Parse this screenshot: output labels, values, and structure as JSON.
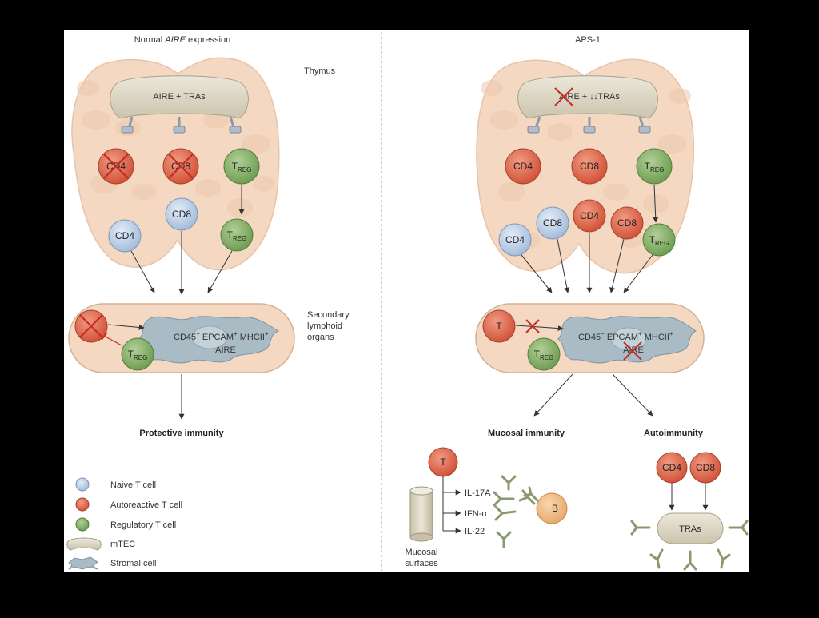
{
  "left": {
    "title_prefix": "Normal ",
    "title_italic": "AIRE",
    "title_suffix": " expression",
    "thymus_label": "Thymus",
    "mtec_label": "AIRE + TRAs",
    "cells": {
      "cd4_deleted": "CD4",
      "cd8_deleted": "CD8",
      "treg_main": "T",
      "treg_sub": "REG",
      "naive_cd4": "CD4",
      "naive_cd8": "CD8"
    },
    "stromal_line1_a": "CD45",
    "stromal_line1_b": "EPCAM",
    "stromal_line1_c": "MHCII",
    "stromal_line2": "AIRE",
    "secondary_label": [
      "Secondary",
      "lymphoid",
      "organs"
    ],
    "outcome": "Protective immunity"
  },
  "right": {
    "title": "APS-1",
    "mtec_label_a": "AIRE + ",
    "mtec_label_b": "TRAs",
    "cells": {
      "cd4": "CD4",
      "cd8": "CD8",
      "treg_main": "T",
      "treg_sub": "REG",
      "t": "T",
      "b": "B"
    },
    "stromal_line1_a": "CD45",
    "stromal_line1_b": "EPCAM",
    "stromal_line1_c": "MHCII",
    "stromal_line2": "AIRE",
    "outcome_mucosal": "Mucosal immunity",
    "outcome_auto": "Autoimmunity",
    "cytokines": [
      "IL-17A",
      "IFN-α",
      "IL-22"
    ],
    "mucosal_surface": [
      "Mucosal",
      "surfaces"
    ],
    "tras_label": "TRAs"
  },
  "legend": [
    {
      "label": "Naive T cell",
      "kind": "naive"
    },
    {
      "label": "Autoreactive T cell",
      "kind": "auto"
    },
    {
      "label": "Regulatory T cell",
      "kind": "reg"
    },
    {
      "label": "mTEC",
      "kind": "mtec"
    },
    {
      "label": "Stromal cell",
      "kind": "stromal"
    }
  ],
  "colors": {
    "naive": "#b9cde6",
    "auto": "#e0694f",
    "reg": "#86b06a",
    "tissue": "#f4d8c2",
    "mtec": "#dcd6c3",
    "stromal": "#a9bcc6",
    "red_x": "#d3302c",
    "b_cell": "#f1bf8a"
  }
}
